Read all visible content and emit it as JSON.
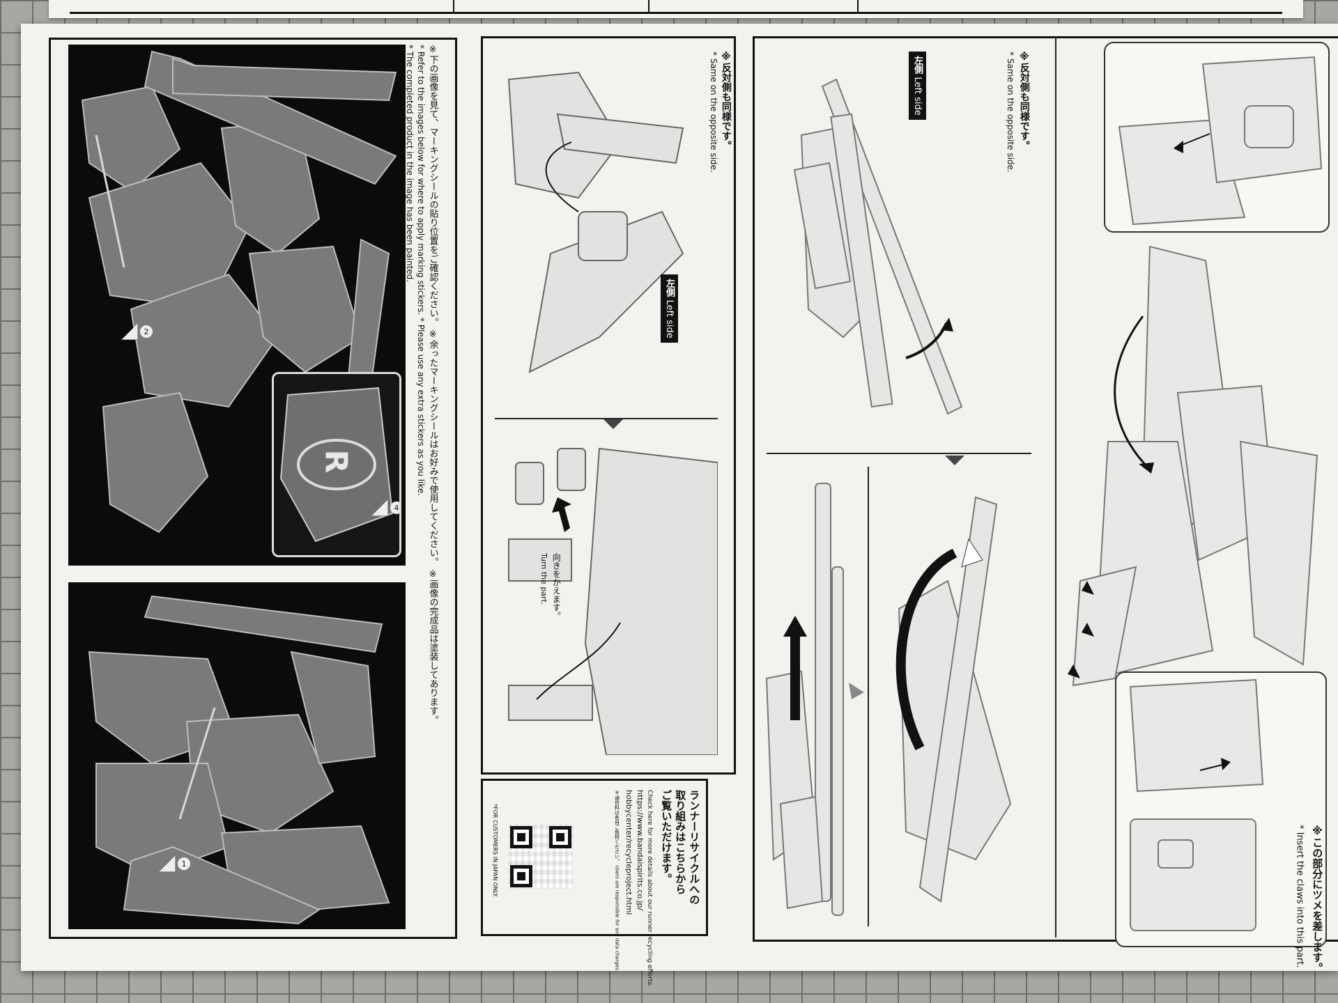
{
  "notes": {
    "opposite_side_jp": "※反対側も同様です。",
    "opposite_side_en": "* Same on the opposite side.",
    "left_side_jp": "左側",
    "left_side_en": "Left side",
    "turn_part_jp": "向きをかえます。",
    "turn_part_en": "Turn the part.",
    "insert_claws_jp": "※この部分にツメを差します。",
    "insert_claws_en": "* Insert the claws into this part."
  },
  "marking": {
    "line1_jp": "※下の画像を見て、マーキングシールの貼り位置をご確認ください。 ※余ったマーキングシールはお好みで使用してください。 ※画像の完成品は塗装してあります。",
    "line2_en": "* Refer to the images below for where to apply marking stickers. * Please use any extra stickers as you like.",
    "line3_en": "* The completed product in the image has been painted.",
    "badges": [
      "1",
      "2",
      "4"
    ],
    "inset_letter": "R"
  },
  "recycle": {
    "title_jp_1": "ランナーリサイクルへの",
    "title_jp_2": "取り組みはこちらから",
    "title_jp_3": "ご覧いただけます。",
    "check_en": "Check here for more details about our runner recycling efforts.",
    "url_1": "https://www.bandaispirits.co.jp/",
    "url_2": "hobbycenter/recycleproject.html",
    "fine_print": "※通信料は各自ご負担ください。 Users are responsible for any data charges.",
    "customers": "*FOR CUSTOMERS IN JAPAN ONLY."
  }
}
